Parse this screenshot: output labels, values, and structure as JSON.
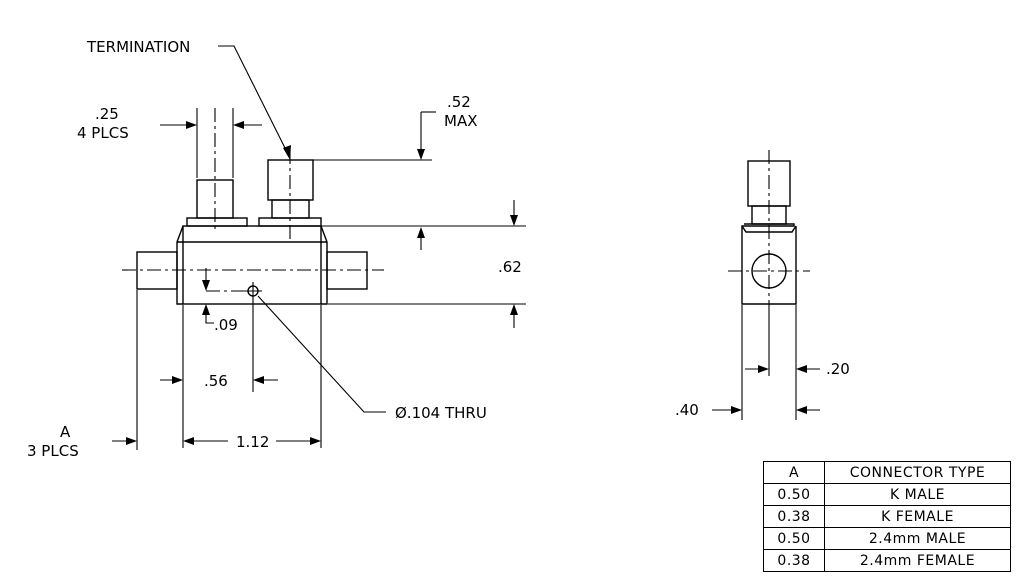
{
  "front_view": {
    "termination_label": "TERMINATION",
    "width_25": ".25",
    "width_25_qty": "4 PLCS",
    "max_52": ".52",
    "max_52_note": "MAX",
    "height_62": ".62",
    "offset_09": ".09",
    "offset_56": ".56",
    "hole_label": "Ø.104 THRU",
    "dim_a": "A",
    "dim_a_qty": "3 PLCS",
    "width_112": "1.12"
  },
  "side_view": {
    "dim_20": ".20",
    "dim_40": ".40"
  },
  "connector_table": {
    "headers": [
      "A",
      "CONNECTOR TYPE"
    ],
    "rows": [
      [
        "0.50",
        "K MALE"
      ],
      [
        "0.38",
        "K FEMALE"
      ],
      [
        "0.50",
        "2.4mm MALE"
      ],
      [
        "0.38",
        "2.4mm FEMALE"
      ]
    ]
  }
}
